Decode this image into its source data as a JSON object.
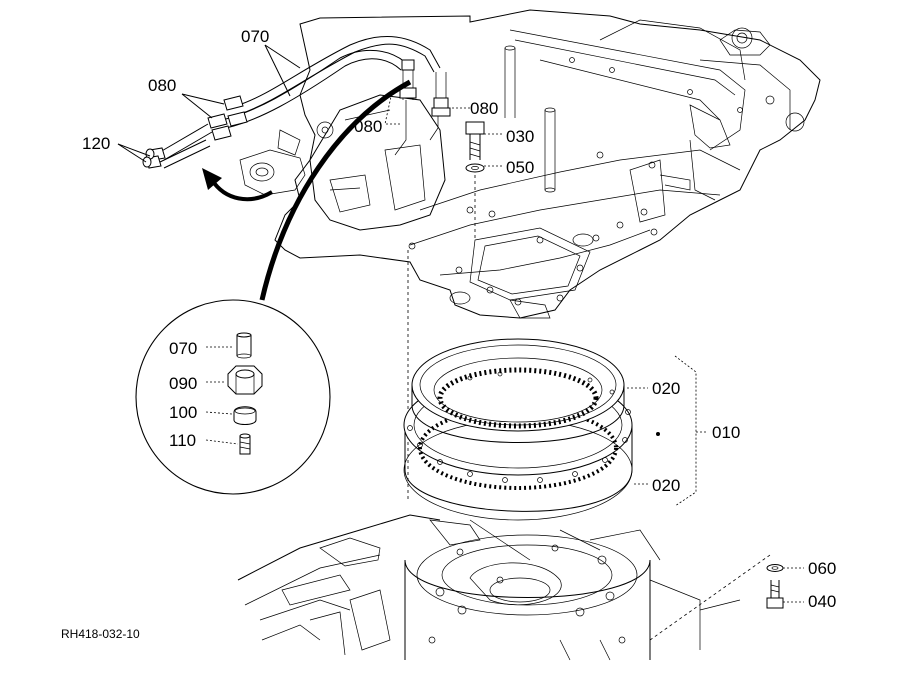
{
  "callouts": {
    "c070_top": "070",
    "c080_left": "080",
    "c120": "120",
    "c080_mid": "080",
    "c080_right": "080",
    "c030": "030",
    "c050": "050",
    "c070_inset": "070",
    "c090": "090",
    "c100": "100",
    "c110": "110",
    "c020_top": "020",
    "c010": "010",
    "c020_bottom": "020",
    "c060": "060",
    "c040": "040"
  },
  "drawing_code": "RH418-032-10"
}
